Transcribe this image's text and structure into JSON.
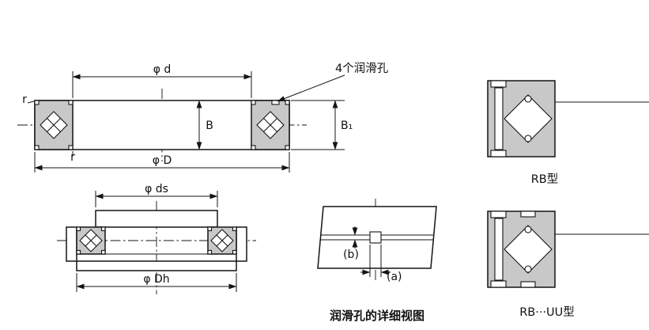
{
  "figure": {
    "bg": "#ffffff",
    "line_color": "#141414",
    "section_fill": "#c8c8c8"
  },
  "main_view": {
    "dim_inner_diameter": "φ d",
    "dim_outer_diameter": "φ D",
    "dim_width": "B",
    "dim_width_b1": "B₁",
    "fillet_top": "r",
    "fillet_bottom": "r",
    "lube_holes_note": "4个润滑孔"
  },
  "mount_view": {
    "dim_spigot": "φ ds",
    "dim_housing": "φ Dh"
  },
  "lube_detail": {
    "dim_a": "(a)",
    "dim_b": "(b)",
    "caption": "润滑孔的详细视图"
  },
  "type_views": {
    "rb_label": "RB型",
    "rbuu_label": "RB···UU型"
  }
}
